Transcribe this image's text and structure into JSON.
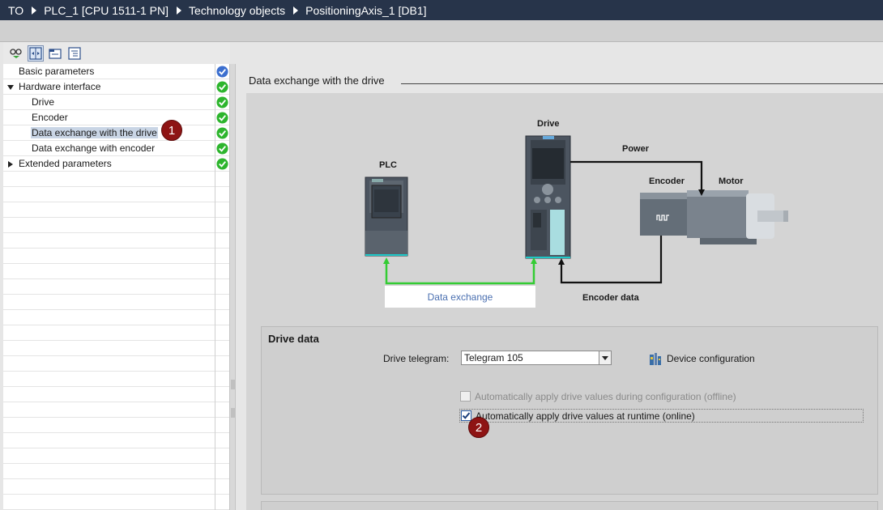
{
  "breadcrumb": [
    "TO",
    "PLC_1 [CPU 1511-1 PN]",
    "Technology objects",
    "PositioningAxis_1 [DB1]"
  ],
  "toolbar": {
    "icons": [
      "glasses-icon",
      "split-view-icon",
      "folder-view-icon",
      "tree-view-icon"
    ]
  },
  "nav": {
    "items": [
      {
        "label": "Basic parameters",
        "status": "done-blue"
      },
      {
        "label": "Hardware interface",
        "status": "ok"
      },
      {
        "label": "Drive",
        "status": "ok"
      },
      {
        "label": "Encoder",
        "status": "ok"
      },
      {
        "label": "Data exchange with the drive",
        "status": "ok",
        "selected": true
      },
      {
        "label": "Data exchange with encoder",
        "status": "ok"
      },
      {
        "label": "Extended parameters",
        "status": "ok"
      }
    ]
  },
  "content": {
    "section_title": "Data exchange with the drive",
    "diagram": {
      "plc": "PLC",
      "drive": "Drive",
      "power": "Power",
      "encoder": "Encoder",
      "motor": "Motor",
      "data_exchange": "Data exchange",
      "encoder_data": "Encoder data"
    },
    "drive_data": {
      "title": "Drive data",
      "telegram_label": "Drive telegram:",
      "telegram_value": "Telegram 105",
      "device_config": "Device configuration",
      "cb_offline": {
        "label": "Automatically apply drive values during configuration (offline)",
        "checked": false,
        "enabled": false
      },
      "cb_online": {
        "label": "Automatically apply drive values at runtime (online)",
        "checked": true,
        "enabled": true
      }
    }
  },
  "badges": {
    "b1": "1",
    "b2": "2"
  },
  "colors": {
    "ok": "#2db52d",
    "done": "#3c6fcf",
    "badge": "#8e1414",
    "crumb_bg": "#27344a",
    "arrow_green": "#33cc33"
  }
}
